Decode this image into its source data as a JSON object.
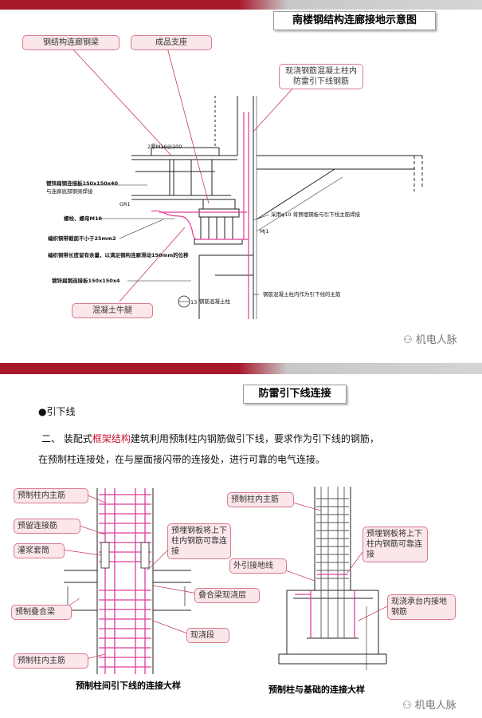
{
  "top_section": {
    "title": "南楼钢结构连廊接地示意图",
    "callouts": {
      "steel_beam": "钢结构连廊钢梁",
      "bearing": "成品支座",
      "rebar": "现浇钢筋混凝土柱内防雷引下线钢筋",
      "corbel": "混凝土牛腿"
    },
    "notes": {
      "n1": "2厚M16@200",
      "n2": "镀锌扁钢连接板150x150x40",
      "n3": "与连廊底部钢梁焊接",
      "n4": "GR1",
      "n5": "螺栓、螺母M10",
      "n6": "编织铜带截面不小于25mm2",
      "n7": "编织铜带长度留有余量，以满足钢构连廊滑动150mm的位移",
      "n8": "镀锌扁钢连接板150x150x4",
      "n9": "采用φ10 将预埋钢板与引下线主筋焊接",
      "n10": "MJ1",
      "n11": "钢筋混凝土柱内作为引下线的主筋",
      "n12": "钢筋混凝土柱",
      "n13": "13"
    },
    "watermark": "机电人脉"
  },
  "bottom_section": {
    "title": "防雷引下线连接",
    "bullet": "●引下线",
    "para_prefix": "二、 装配式",
    "para_highlight": "框架结构",
    "para_rest": "建筑利用预制柱内钢筋做引下线，要求作为引下线的钢筋，",
    "para_line2": "在预制柱连接处，在与屋面接闪带的连接处，进行可靠的电气连接。",
    "left_diagram": {
      "callouts": {
        "main_rebar_top": "预制柱内主筋",
        "reserved_rebar": "预留连接筋",
        "grout_sleeve": "灌浆套筒",
        "steel_plate": "预埋钢板将上下柱内钢筋可靠连接",
        "composite_layer": "叠合梁现浇层",
        "composite_beam": "预制叠合梁",
        "cast_section": "现浇段",
        "main_rebar_bottom": "预制柱内主筋"
      },
      "caption": "预制柱间引下线的连接大样"
    },
    "right_diagram": {
      "callouts": {
        "main_rebar": "预制柱内主筋",
        "steel_plate": "预埋钢板将上下柱内钢筋可靠连接",
        "ground_wire": "外引接地线",
        "cap_rebar": "现浇承台内接地钢筋"
      },
      "caption": "预制柱与基础的连接大样"
    },
    "watermark": "机电人脉"
  },
  "colors": {
    "banner_red": "#a8182b",
    "banner_grey": "#c8c8c8",
    "pink_line": "#e03c9a",
    "callout_fill": "#fbe6ea"
  }
}
